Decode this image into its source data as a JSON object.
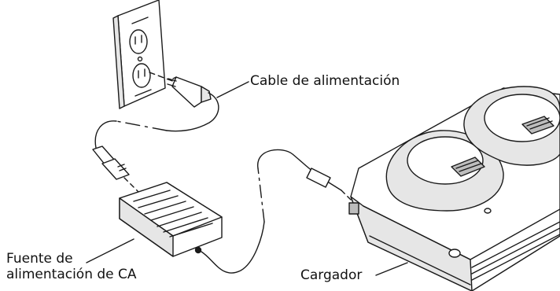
{
  "labels": {
    "power_cord": "Cable de alimentación",
    "ac_power_supply_line1": "Fuente de",
    "ac_power_supply_line2": "alimentación de CA",
    "charger": "Cargador"
  },
  "colors": {
    "line": "#1a1a1a",
    "fill": "#ffffff",
    "shade": "#e6e6e6",
    "dark_shade": "#bdbdbd"
  }
}
